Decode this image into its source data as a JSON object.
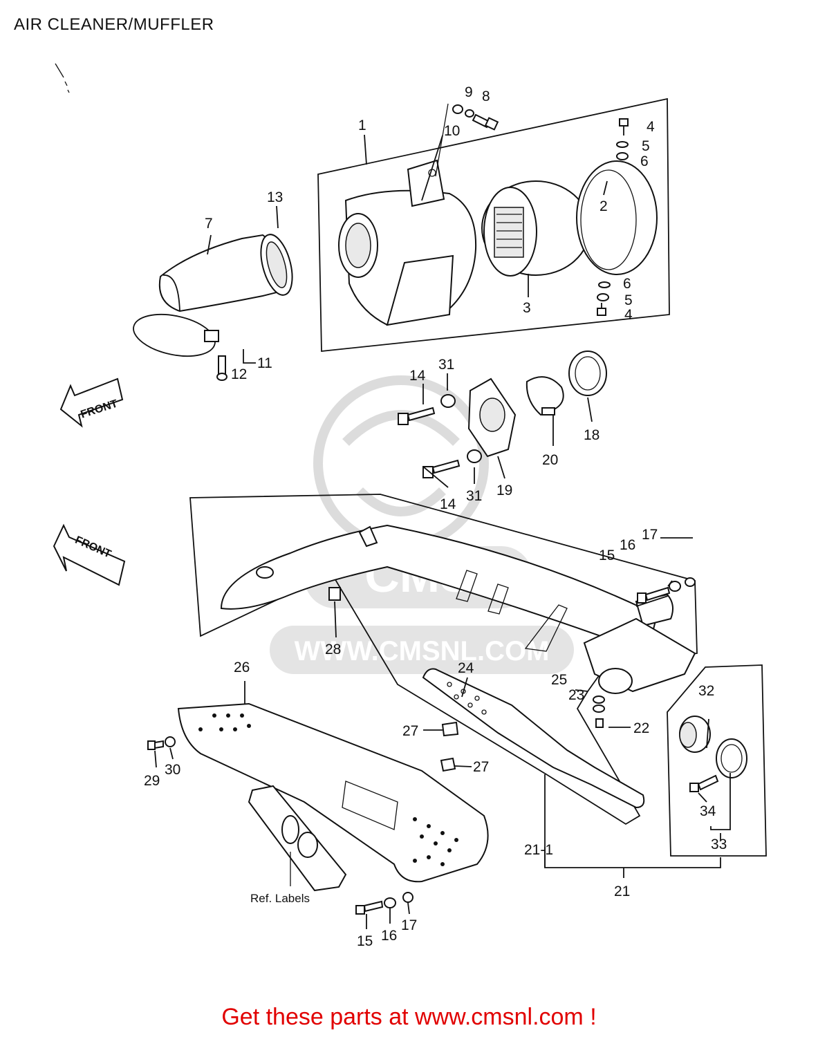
{
  "header": {
    "title": "AIR CLEANER/MUFFLER"
  },
  "front_arrows": [
    "FRONT",
    "FRONT"
  ],
  "watermark": {
    "brand": "CMS",
    "url": "WWW.CMSNL.COM"
  },
  "ref_labels": "Ref. Labels",
  "callouts": {
    "c1": "1",
    "c2": "2",
    "c3": "3",
    "c4a": "4",
    "c4b": "4",
    "c5a": "5",
    "c5b": "5",
    "c6a": "6",
    "c6b": "6",
    "c7": "7",
    "c8": "8",
    "c9": "9",
    "c10": "10",
    "c11": "11",
    "c12": "12",
    "c13": "13",
    "c14a": "14",
    "c14b": "14",
    "c15a": "15",
    "c15b": "15",
    "c16a": "16",
    "c16b": "16",
    "c17a": "17",
    "c17b": "17",
    "c18": "18",
    "c19": "19",
    "c20": "20",
    "c21": "21",
    "c21_1": "21-1",
    "c22": "22",
    "c23": "23",
    "c24": "24",
    "c25": "25",
    "c26": "26",
    "c27a": "27",
    "c27b": "27",
    "c28": "28",
    "c29": "29",
    "c30": "30",
    "c31a": "31",
    "c31b": "31",
    "c32": "32",
    "c33": "33",
    "c34": "34"
  },
  "footer": {
    "link_text": "Get these parts at www.cmsnl.com !"
  },
  "colors": {
    "footer": "#e10000",
    "line": "#111111",
    "watermark": "#d9d9d9"
  }
}
